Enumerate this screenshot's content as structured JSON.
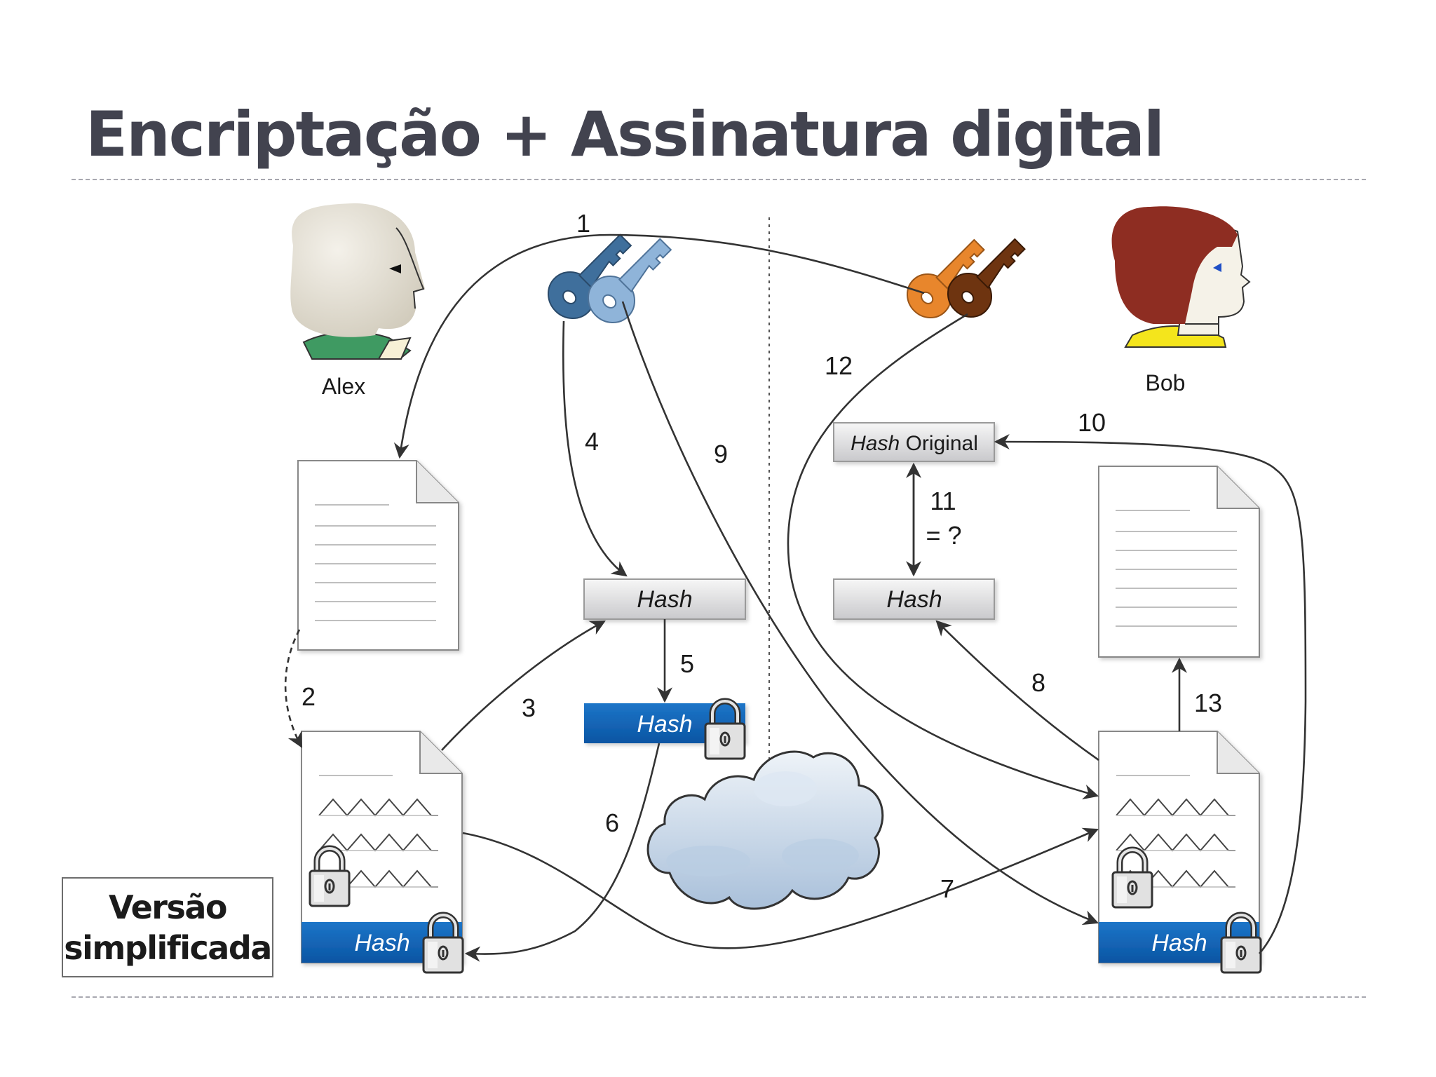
{
  "slide": {
    "title": "Encriptação + Assinatura digital",
    "note_line1": "Versão",
    "note_line2": "simplificada"
  },
  "people": {
    "alex": "Alex",
    "bob": "Bob"
  },
  "boxes": {
    "hash_center": "Hash",
    "hash_locked_center": "Hash",
    "hash_original_italic": "Hash",
    "hash_original_rest": "Original",
    "hash_right": "Hash",
    "hash_doc_left": "Hash",
    "hash_doc_right": "Hash"
  },
  "relation": {
    "equal_question": "= ?"
  },
  "steps": [
    "1",
    "2",
    "3",
    "4",
    "5",
    "6",
    "7",
    "8",
    "9",
    "10",
    "11",
    "12",
    "13"
  ],
  "colors": {
    "title": "#42434f",
    "blue_band": "#1063b3",
    "key_dark_blue": "#3f6f9c",
    "key_light_blue": "#8fb4d9",
    "key_orange": "#e8862c",
    "key_brown": "#6e3410",
    "bob_hair": "#8e2d22",
    "bob_collar": "#f4e51c",
    "alex_collar": "#3f9a62"
  },
  "icons": [
    "person-icon",
    "key-icon",
    "document-icon",
    "encrypted-document-icon",
    "padlock-icon",
    "cloud-icon"
  ]
}
